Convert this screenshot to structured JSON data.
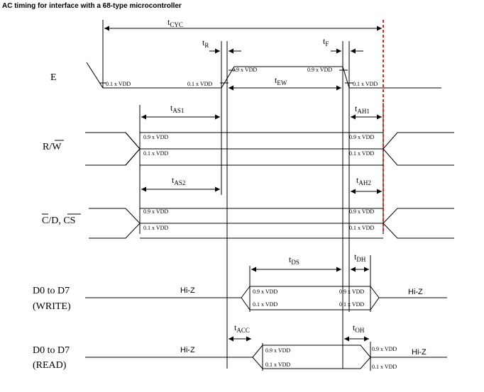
{
  "title": "AC timing for interface with a 68-type microcontroller",
  "signals": {
    "e": "E",
    "rw": "R/W",
    "rw_bar": "W",
    "cd": "C/D, CS",
    "cd_c": "C",
    "cd_cs": "CS",
    "d_write_1": "D0 to D7",
    "d_write_2": "(WRITE)",
    "d_read_1": "D0 to D7",
    "d_read_2": "(READ)"
  },
  "levels": {
    "high": "0.9 x VDD",
    "low": "0.1 x VDD"
  },
  "params": {
    "tcyc": {
      "t": "t",
      "sub": "CYC"
    },
    "tr": {
      "t": "t",
      "sub": "R"
    },
    "tf": {
      "t": "t",
      "sub": "F"
    },
    "tew": {
      "t": "t",
      "sub": "EW"
    },
    "tas1": {
      "t": "t",
      "sub": "AS1"
    },
    "tah1": {
      "t": "t",
      "sub": "AH1"
    },
    "tas2": {
      "t": "t",
      "sub": "AS2"
    },
    "tah2": {
      "t": "t",
      "sub": "AH2"
    },
    "tds": {
      "t": "t",
      "sub": "DS"
    },
    "tdh": {
      "t": "t",
      "sub": "DH"
    },
    "tacc": {
      "t": "t",
      "sub": "ACC"
    },
    "toh": {
      "t": "t",
      "sub": "OH"
    }
  },
  "hiz": "Hi-Z",
  "colors": {
    "line": "#000000",
    "marker": "#e0261f"
  }
}
